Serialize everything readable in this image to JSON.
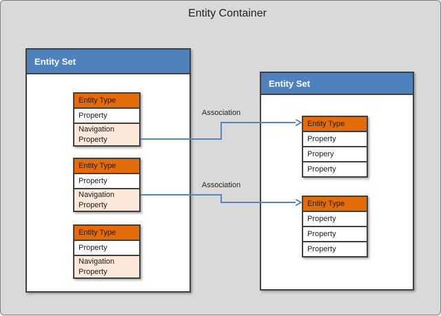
{
  "title": "Entity Container",
  "colors": {
    "accent_blue": "#4f81bd",
    "accent_orange": "#e36c09",
    "navigation_row_bg": "#fbe8d9",
    "canvas_bg": "#d9d9d9",
    "connector": "#5585c5"
  },
  "entity_sets": [
    {
      "label": "Entity Set",
      "tables": [
        {
          "header": "Entity Type",
          "rows": [
            "Property",
            "Navigation Property"
          ]
        },
        {
          "header": "Entity Type",
          "rows": [
            "Property",
            "Navigation Property"
          ]
        },
        {
          "header": "Entity Type",
          "rows": [
            "Property",
            "Navigation Property"
          ]
        }
      ]
    },
    {
      "label": "Entity Set",
      "tables": [
        {
          "header": "Entity Type",
          "rows": [
            "Property",
            "Propery",
            "Property"
          ]
        },
        {
          "header": "Entity Type",
          "rows": [
            "Property",
            "Property",
            "Property"
          ]
        }
      ]
    }
  ],
  "associations": [
    {
      "label": "Association"
    },
    {
      "label": "Association"
    }
  ]
}
